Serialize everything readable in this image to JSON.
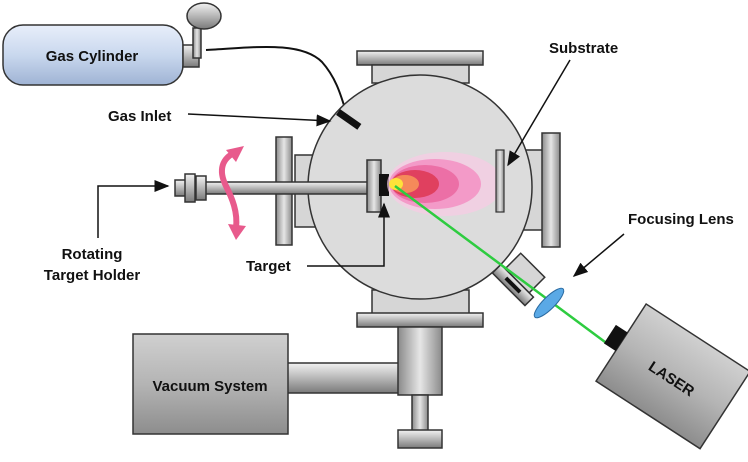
{
  "labels": {
    "gas_cylinder": "Gas Cylinder",
    "gas_inlet": "Gas Inlet",
    "substrate": "Substrate",
    "focusing_lens": "Focusing Lens",
    "rotating_target_holder_line1": "Rotating",
    "rotating_target_holder_line2": "Target Holder",
    "target": "Target",
    "vacuum_system": "Vacuum System",
    "laser": "LASER"
  },
  "colors": {
    "chamber": "#dcdcdc",
    "metal_dark": "#8c8c8c",
    "gas_cylinder_fill": "#c9d8ee",
    "laser_beam": "#2ecc40",
    "plume_outer": "#f6b3d8",
    "plume_inner": "#e0405f",
    "plume_core": "#ffe23a",
    "lens": "#5aa9e6",
    "rotation_arrow": "#e85a8c"
  }
}
